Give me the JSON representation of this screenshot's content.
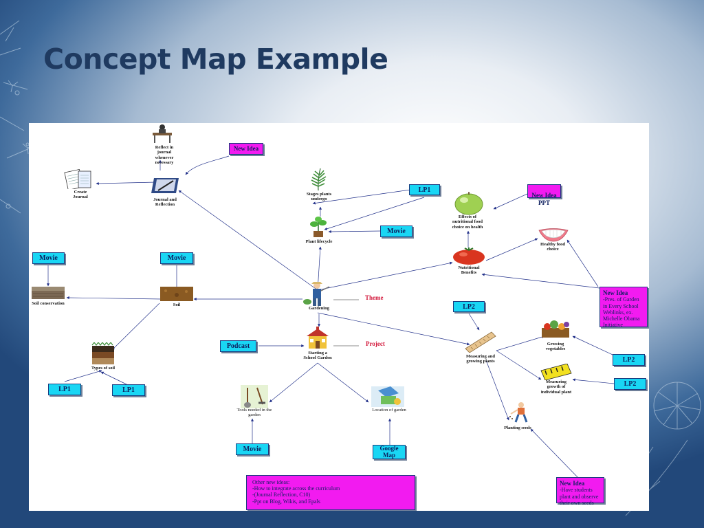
{
  "slide": {
    "title": "Concept Map Example"
  },
  "concept_map": {
    "nodes": {
      "journal_reflect": "Reflect in journal whenever necessary",
      "create_journal": "Create Journal",
      "journal_and_reflection": "Journal and Reflection",
      "stages_plants": "Stages plants undergo",
      "plant_lifecycle": "Plant lifecycle",
      "effects_nutritional": "Effects of nutritional food choice on health",
      "healthy_food": "Healthy food choice",
      "nutritional_benefits": "Nutritional Benefits",
      "soil_conservation": "Soil conservation",
      "soil": "Soil",
      "gardening": "Gardening",
      "types_of_soil": "Types of soil",
      "starting_garden": "Starting a School Garden",
      "measuring_growing": "Measuring and growing plants",
      "growing_vegetables": "Growing vegetables",
      "measuring_growth": "Measuring growth of individual plant",
      "tools_needed": "Tools needed in the garden",
      "location_garden": "Location of garden",
      "planting_seeds": "Planting seeds"
    },
    "boxes": {
      "new_idea_top": "New Idea",
      "lp1_top": "LP1",
      "movie_lifecycle": "Movie",
      "new_idea_ppt": "New Idea\nPPT",
      "movie_left": "Movie",
      "movie_soil": "Movie",
      "podcast": "Podcast",
      "lp1_bottom_left": "LP1",
      "lp1_bottom_right": "LP1",
      "lp2_top": "LP2",
      "lp2_vegetables": "LP2",
      "lp2_measuring": "LP2",
      "movie_tools": "Movie",
      "google_map": "Google\nMap"
    },
    "tags": {
      "theme": "Theme",
      "project": "Project"
    },
    "notes": {
      "obama": {
        "heading": "New Idea",
        "body": "-Pres. of Garden in Every School Weblinks, ex. Michelle Obama Initiative"
      },
      "seeds": {
        "heading": "New Idea",
        "body": "-Have students plant and observe their own seeds"
      },
      "other_ideas": {
        "heading": "Other new ideas:",
        "lines": [
          "-How to integrate across the curriculum",
          "-(Journal Reflection, C10)",
          "-Ppt on Blog, Wikis, and Epals"
        ]
      }
    },
    "colors": {
      "box_fill": "#19d6f4",
      "note_fill": "#f21bf0",
      "link": "#22318a",
      "tag_text": "#d3193c"
    }
  }
}
